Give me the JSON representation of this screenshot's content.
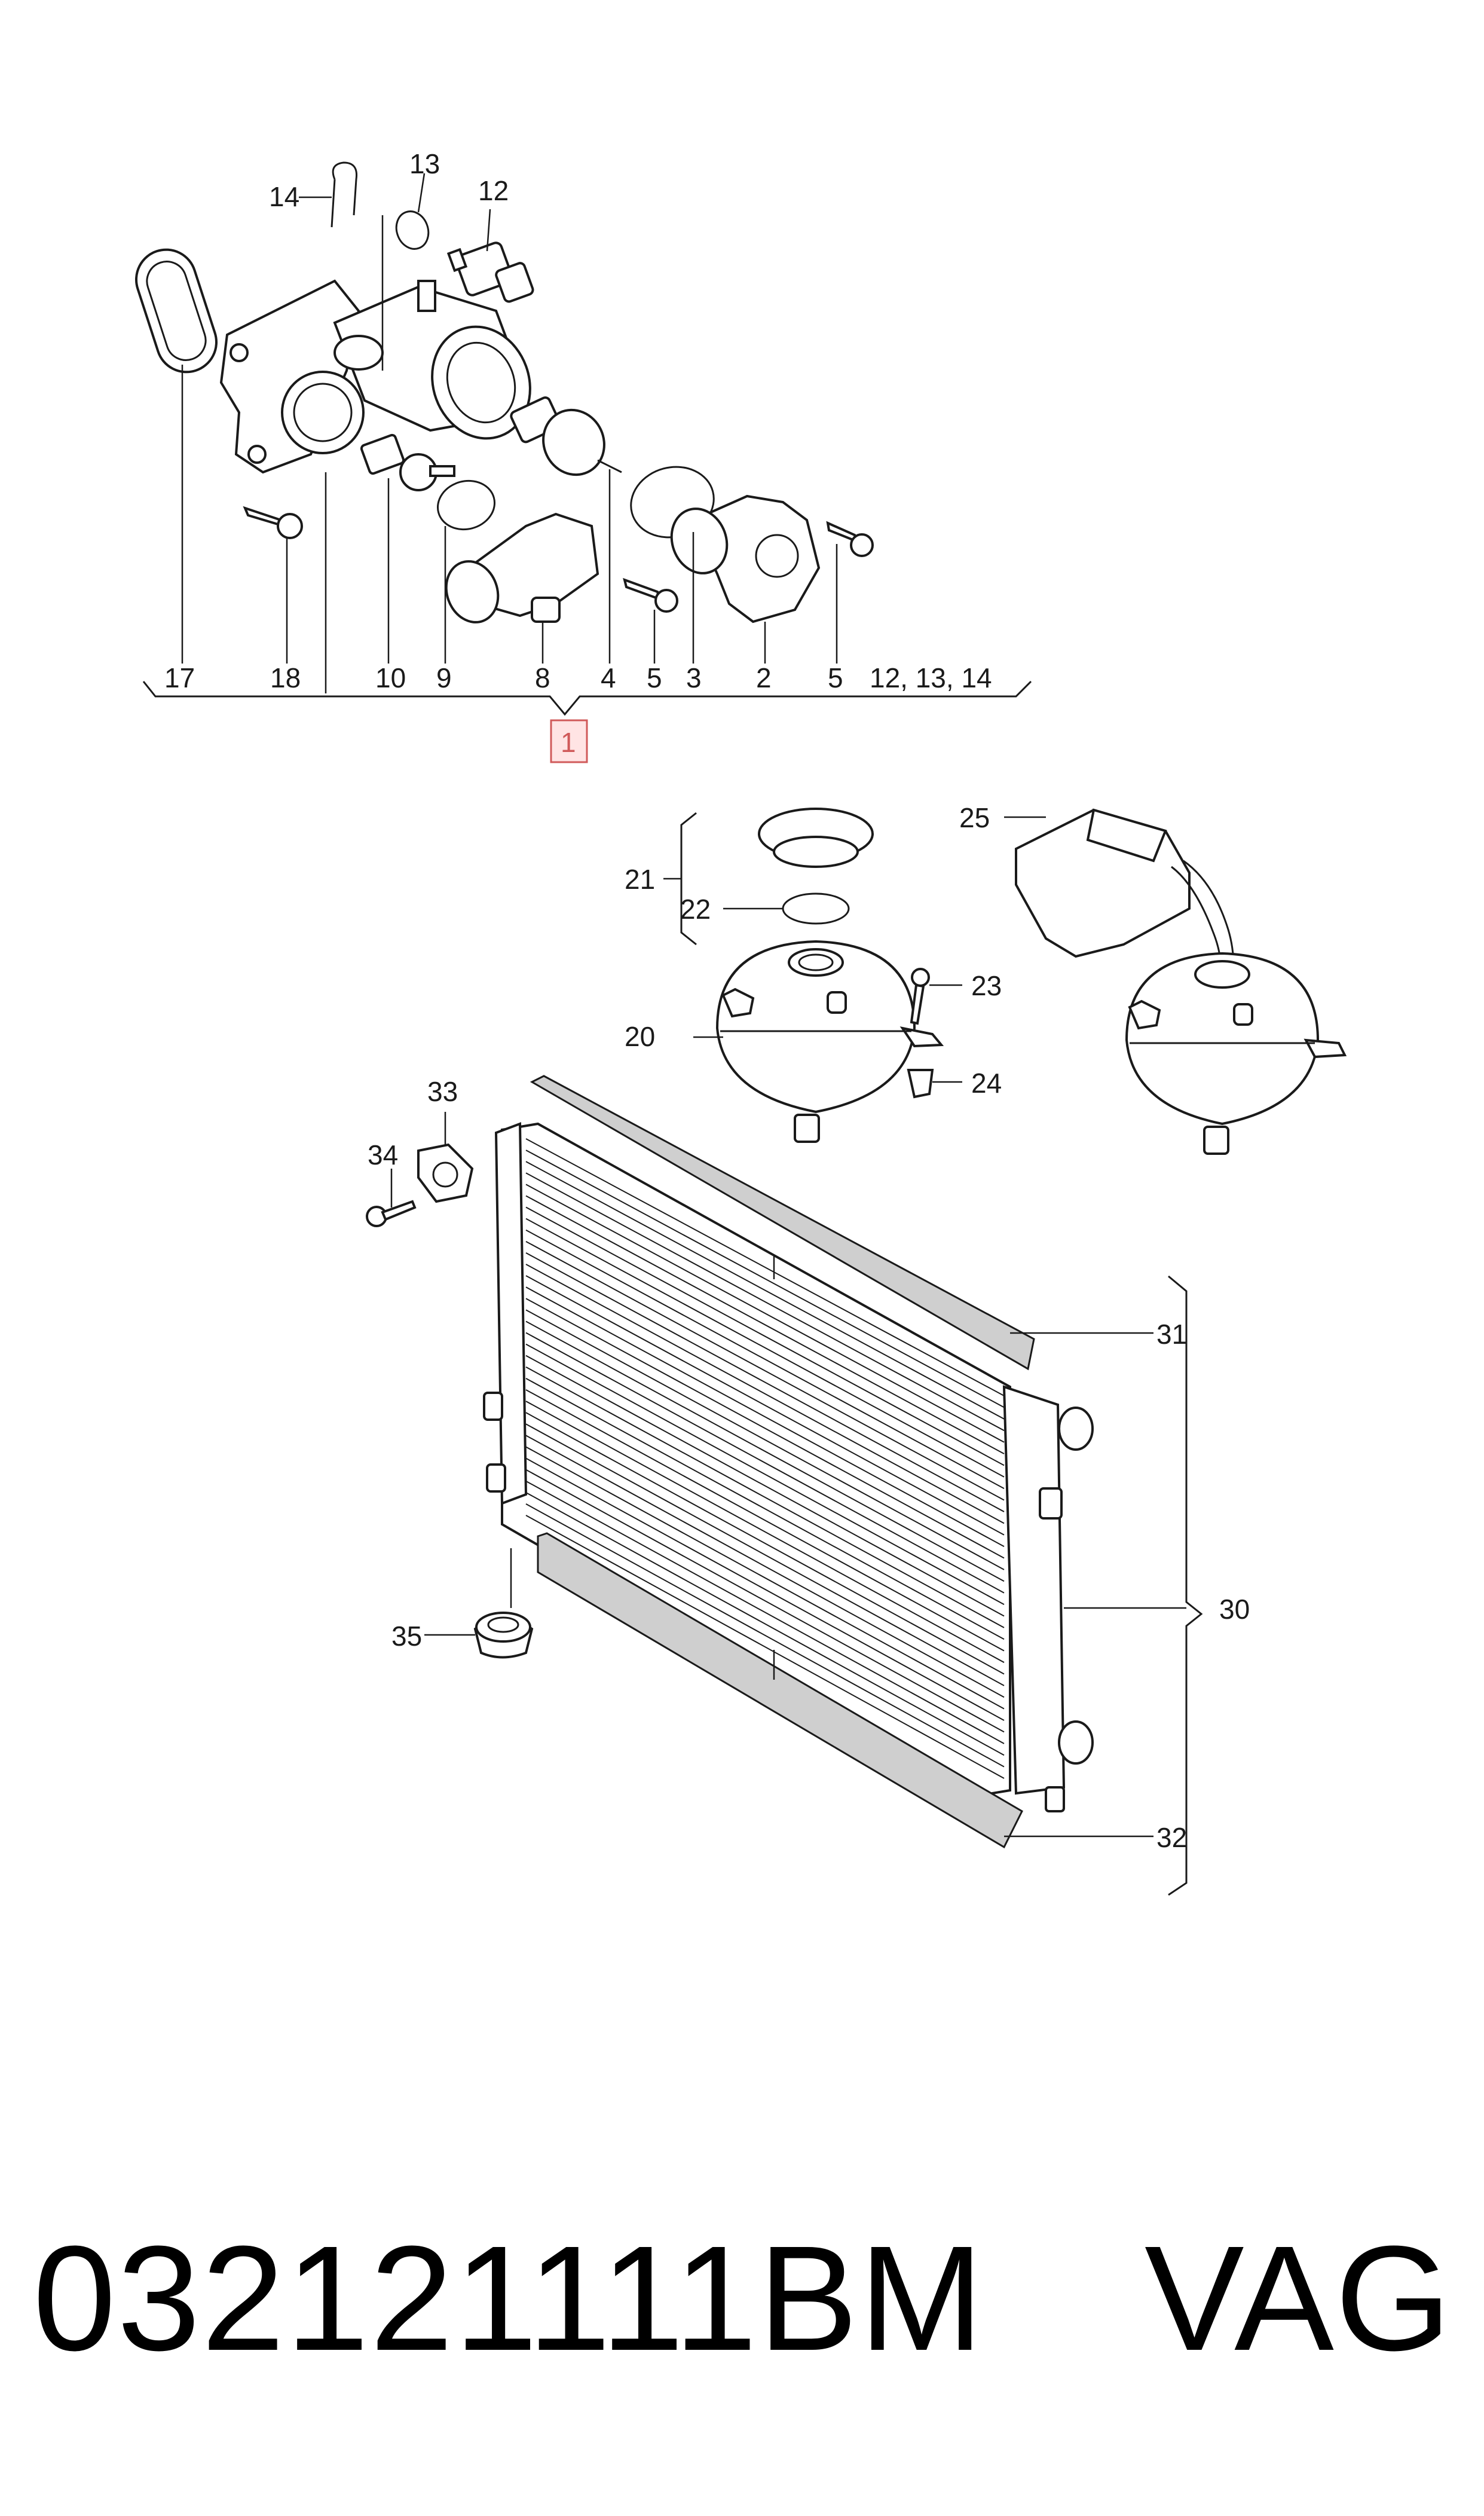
{
  "callouts": {
    "c1": "1",
    "c2": "2",
    "c3": "3",
    "c4": "4",
    "c5a": "5",
    "c5b": "5",
    "c8": "8",
    "c9": "9",
    "c10": "10",
    "c12": "12",
    "c13": "13",
    "c14": "14",
    "c17": "17",
    "c18": "18",
    "c12_13_14": "12, 13, 14",
    "c20": "20",
    "c21": "21",
    "c22": "22",
    "c23": "23",
    "c24": "24",
    "c25": "25",
    "c30": "30",
    "c31": "31",
    "c32": "32",
    "c33": "33",
    "c34": "34",
    "c35": "35"
  },
  "footer": {
    "part_number": "032121111BM",
    "brand": "VAG"
  },
  "colors": {
    "line": "#1a1a1a",
    "highlight_box": "#d05a5a",
    "seal_fill": "#cfcfcf"
  }
}
